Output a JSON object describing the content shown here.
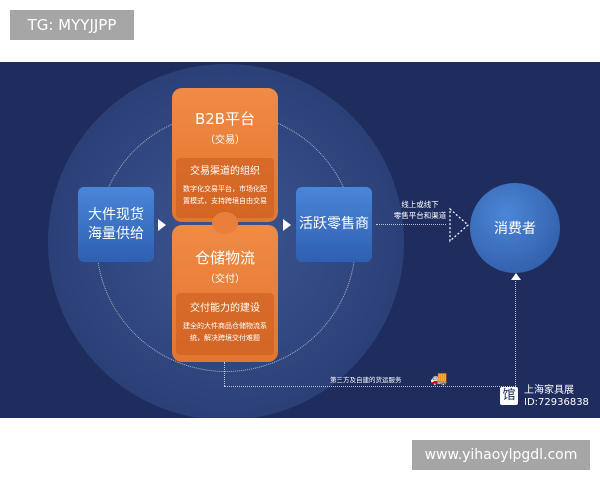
{
  "watermark_top": "TG: MYYJJPP",
  "watermark_bottom": "www.yihaoylpgdl.com",
  "left_box": {
    "line1": "大件现货",
    "line2": "海量供给"
  },
  "right_box": "活跃零售商",
  "b2b": {
    "title": "B2B平台",
    "subtitle": "（交易）",
    "heading": "交易渠道的组织",
    "desc1": "数字化交易平台，市场化配",
    "desc2": "置模式，支持跨境自由交易"
  },
  "logistics": {
    "title": "仓储物流",
    "subtitle": "（交付）",
    "heading": "交付能力的建设",
    "desc1": "建全的大件商品仓储物流系",
    "desc2": "统，解决跨境交付难题"
  },
  "channel_label": {
    "line1": "线上或线下",
    "line2": "零售平台和渠道"
  },
  "consumer": "消费者",
  "delivery_label": "第三方及自建的货运服务",
  "brand": {
    "name": "上海家具展",
    "id": "ID:72936838",
    "icon": "馆"
  },
  "colors": {
    "navy": "#1f2d5e",
    "orange": "#e97f3a",
    "blue": "#3a70c4"
  }
}
